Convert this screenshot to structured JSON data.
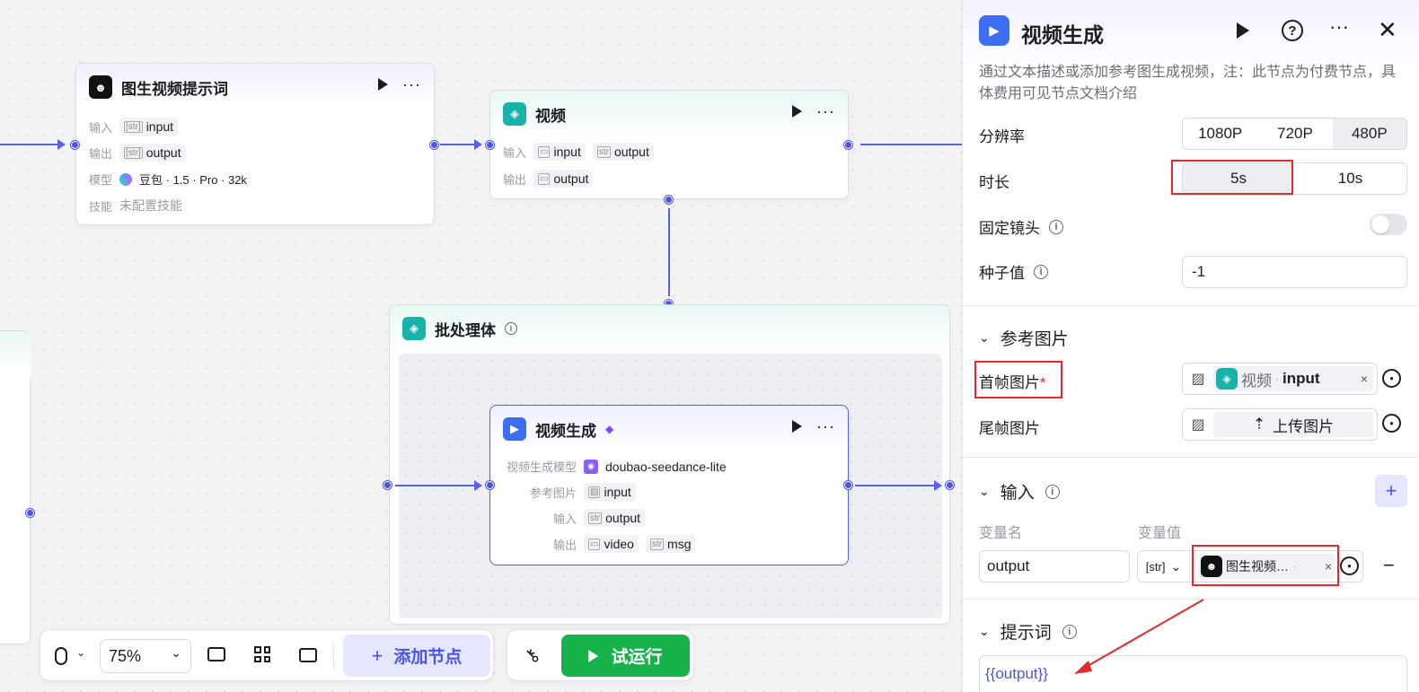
{
  "canvas": {
    "node_prompt": {
      "title": "图生视频提示词",
      "rows": [
        {
          "label": "输入",
          "tag_type": "[str]",
          "value": "input"
        },
        {
          "label": "输出",
          "tag_type": "[str]",
          "value": "output"
        }
      ],
      "model_label": "模型",
      "model_value": "豆包 · 1.5 · Pro · 32k",
      "skill_label": "技能",
      "skill_value": "未配置技能"
    },
    "node_video": {
      "title": "视频",
      "input_label": "输入",
      "input_tags": [
        "input",
        "output"
      ],
      "output_label": "输出",
      "output_tag": "output"
    },
    "batch": {
      "title": "批处理体"
    },
    "node_gen": {
      "title": "视频生成",
      "model_label": "视频生成模型",
      "model_value": "doubao-seedance-lite",
      "ref_label": "参考图片",
      "ref_value": "input",
      "input_label": "输入",
      "input_value": "output",
      "output_label": "输出",
      "output_values": [
        "video",
        "msg"
      ]
    }
  },
  "toolbar": {
    "zoom": "75%",
    "add_node": "添加节点",
    "run": "试运行"
  },
  "panel": {
    "title": "视频生成",
    "description": "通过文本描述或添加参考图生成视频，注：此节点为付费节点，具体费用可见节点文档介绍",
    "resolution_label": "分辨率",
    "resolutions": [
      "1080P",
      "720P",
      "480P"
    ],
    "duration_label": "时长",
    "durations": [
      "5s",
      "10s"
    ],
    "fixed_camera_label": "固定镜头",
    "seed_label": "种子值",
    "seed_value": "-1",
    "ref_section": "参考图片",
    "first_frame_label": "首帧图片",
    "first_frame_required": "*",
    "first_frame_source": "视频",
    "first_frame_var": "input",
    "last_frame_label": "尾帧图片",
    "upload_label": "上传图片",
    "input_section": "输入",
    "var_name_header": "变量名",
    "var_value_header": "变量值",
    "var_name": "output",
    "var_type": "[str]",
    "var_ref": "图生视频…",
    "prompt_section": "提示词",
    "prompt_value": "{{output}}"
  },
  "colors": {
    "accent": "#4d53e8",
    "run_green": "#17b34a",
    "annotation_red": "#e8282b"
  }
}
